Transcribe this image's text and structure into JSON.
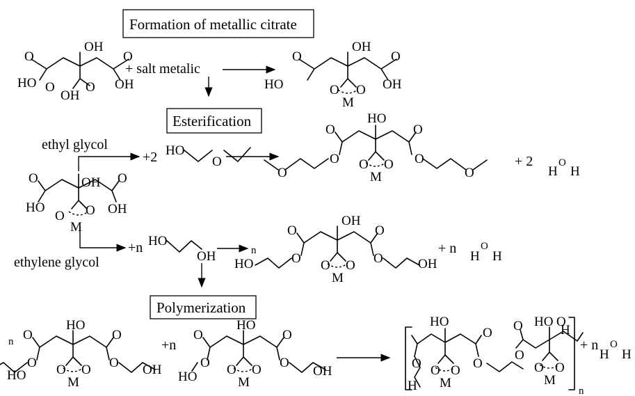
{
  "stages": {
    "formation": "Formation of metallic citrate",
    "esterification": "Esterification",
    "polymerization": "Polymerization"
  },
  "labels": {
    "salt": "+ salt metalic",
    "ethyl_glycol": "ethyl glycol",
    "ethylene_glycol": "ethylene glycol",
    "plus_2": "+2",
    "plus_n": "+n",
    "plus_2_water": "+  2",
    "plus_n_water": "+ n",
    "n": "n",
    "sub_n": "n"
  },
  "atoms": {
    "O": "O",
    "OH": "OH",
    "HO": "HO",
    "M": "M",
    "H": "H"
  }
}
